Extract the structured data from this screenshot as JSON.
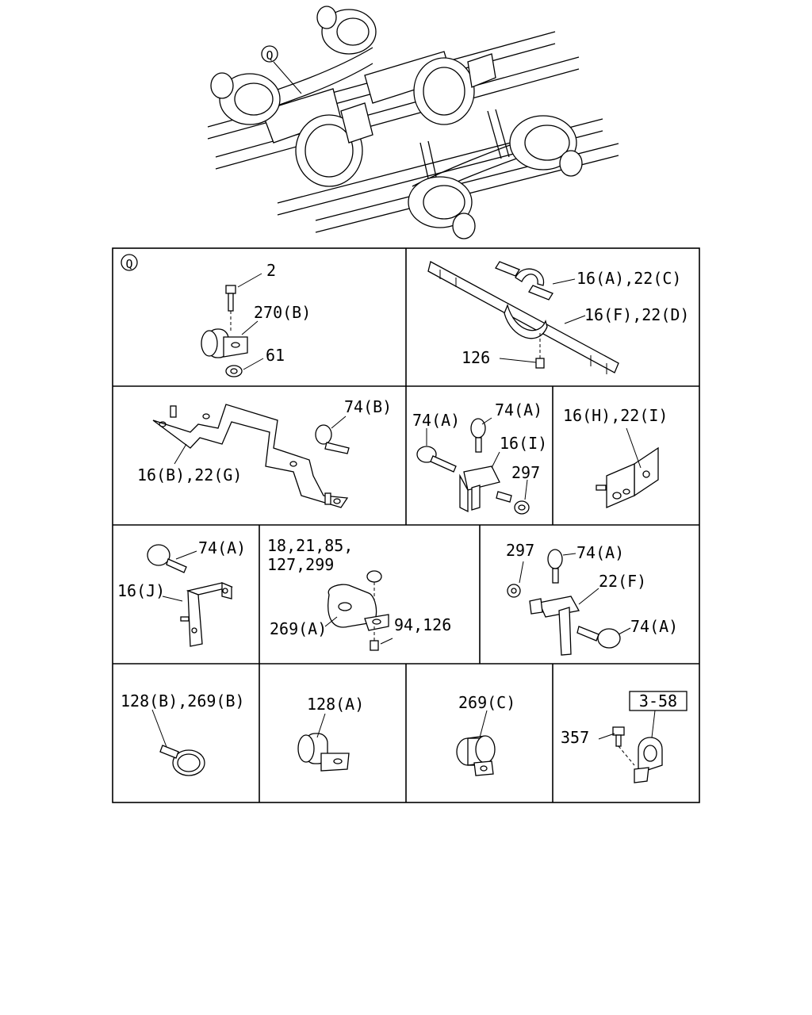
{
  "overview": {
    "callout": "Q"
  },
  "cells": {
    "q": {
      "marker": "Q",
      "labels": [
        "2",
        "270(B)",
        "61"
      ]
    },
    "c1": {
      "labels": [
        "16(A),22(C)",
        "16(F),22(D)",
        "126"
      ]
    },
    "c2": {
      "labels": [
        "74(B)",
        "16(B),22(G)"
      ]
    },
    "c3": {
      "labels": [
        "74(A)",
        "74(A)",
        "16(I)",
        "297"
      ]
    },
    "c4": {
      "labels": [
        "16(H),22(I)"
      ]
    },
    "c5": {
      "labels": [
        "74(A)",
        "16(J)"
      ]
    },
    "c6": {
      "labels": [
        "18,21,85,",
        "127,299",
        "269(A)",
        "94,126"
      ]
    },
    "c7": {
      "labels": [
        "297",
        "74(A)",
        "22(F)",
        "74(A)"
      ]
    },
    "c8": {
      "labels": [
        "128(B),269(B)"
      ]
    },
    "c9": {
      "labels": [
        "128(A)"
      ]
    },
    "c10": {
      "labels": [
        "269(C)"
      ]
    },
    "c11": {
      "labels": [
        "357"
      ],
      "ref": "3-58"
    }
  }
}
